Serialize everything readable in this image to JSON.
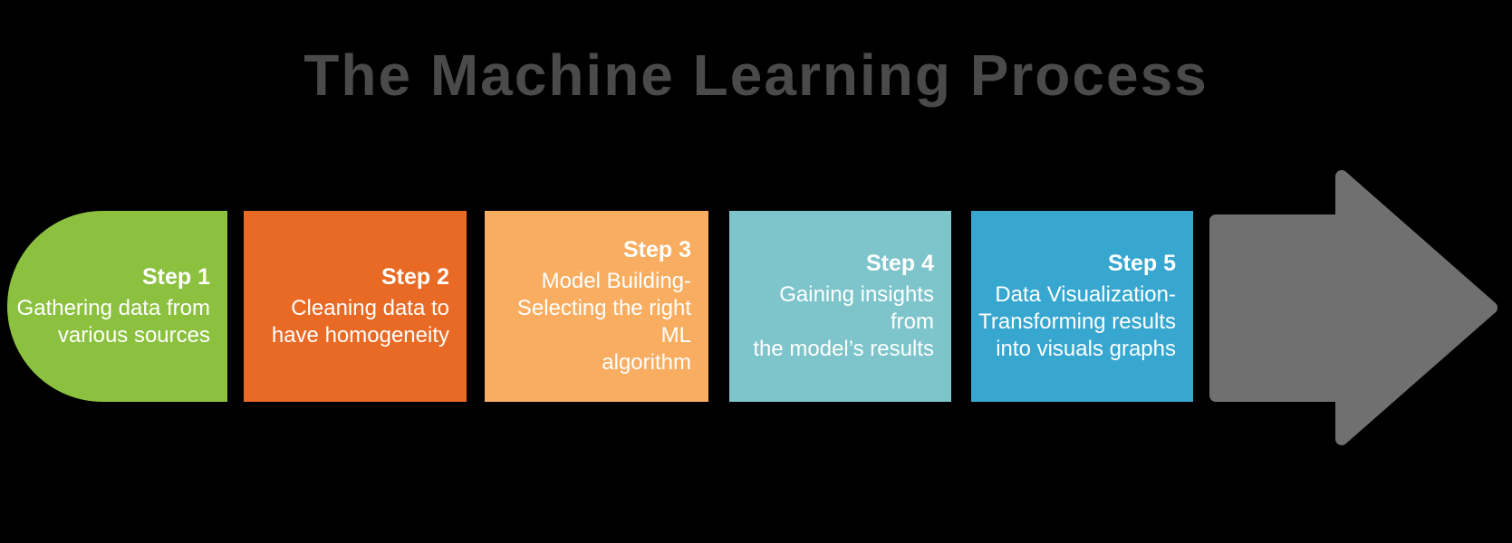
{
  "title": "The Machine Learning Process",
  "title_color": "#4A4A4A",
  "background_color": "#000000",
  "text_color": "#FFFFFF",
  "steps": [
    {
      "label": "Step 1",
      "desc": "Gathering data from\nvarious sources",
      "color": "#8CC140"
    },
    {
      "label": "Step 2",
      "desc": "Cleaning data to\nhave homogeneity",
      "color": "#E86A24"
    },
    {
      "label": "Step 3",
      "desc": "Model Building-\nSelecting the right ML\nalgorithm",
      "color": "#F9AD60"
    },
    {
      "label": "Step 4",
      "desc": "Gaining insights from\nthe model’s results",
      "color": "#7EC4CB"
    },
    {
      "label": "Step 5",
      "desc": "Data Visualization-\nTransforming results\ninto visuals graphs",
      "color": "#37A7D0"
    }
  ],
  "arrow": {
    "icon": "right-arrow",
    "color": "#707070"
  }
}
